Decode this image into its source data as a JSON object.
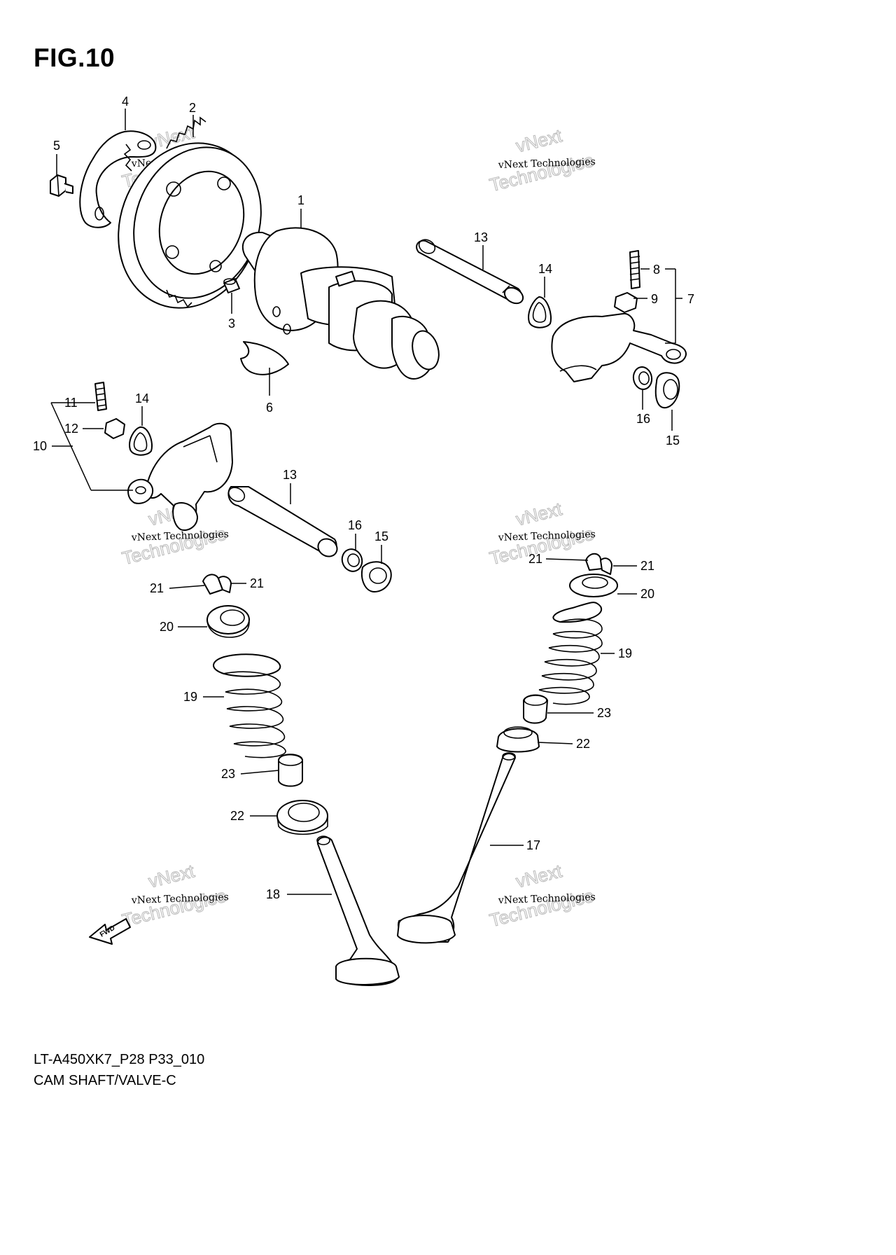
{
  "figure": {
    "title": "FIG.10",
    "model_code": "LT-A450XK7_P28 P33_010",
    "caption": "CAM SHAFT/VALVE-C"
  },
  "watermark": {
    "line1": "vNext",
    "line2": "vNext Technologies",
    "line3": "Technologies"
  },
  "fwd_label": "FWD",
  "callouts": [
    {
      "id": "c1",
      "label": "1"
    },
    {
      "id": "c2",
      "label": "2"
    },
    {
      "id": "c3",
      "label": "3"
    },
    {
      "id": "c4",
      "label": "4"
    },
    {
      "id": "c5",
      "label": "5"
    },
    {
      "id": "c6",
      "label": "6"
    },
    {
      "id": "c7",
      "label": "7"
    },
    {
      "id": "c8",
      "label": "8"
    },
    {
      "id": "c9",
      "label": "9"
    },
    {
      "id": "c10",
      "label": "10"
    },
    {
      "id": "c11",
      "label": "11"
    },
    {
      "id": "c12",
      "label": "12"
    },
    {
      "id": "c13a",
      "label": "13"
    },
    {
      "id": "c13b",
      "label": "13"
    },
    {
      "id": "c14a",
      "label": "14"
    },
    {
      "id": "c14b",
      "label": "14"
    },
    {
      "id": "c15a",
      "label": "15"
    },
    {
      "id": "c15b",
      "label": "15"
    },
    {
      "id": "c16a",
      "label": "16"
    },
    {
      "id": "c16b",
      "label": "16"
    },
    {
      "id": "c17",
      "label": "17"
    },
    {
      "id": "c18",
      "label": "18"
    },
    {
      "id": "c19a",
      "label": "19"
    },
    {
      "id": "c19b",
      "label": "19"
    },
    {
      "id": "c20a",
      "label": "20"
    },
    {
      "id": "c20b",
      "label": "20"
    },
    {
      "id": "c21a",
      "label": "21"
    },
    {
      "id": "c21b",
      "label": "21"
    },
    {
      "id": "c21c",
      "label": "21"
    },
    {
      "id": "c21d",
      "label": "21"
    },
    {
      "id": "c22a",
      "label": "22"
    },
    {
      "id": "c22b",
      "label": "22"
    },
    {
      "id": "c23a",
      "label": "23"
    },
    {
      "id": "c23b",
      "label": "23"
    }
  ]
}
